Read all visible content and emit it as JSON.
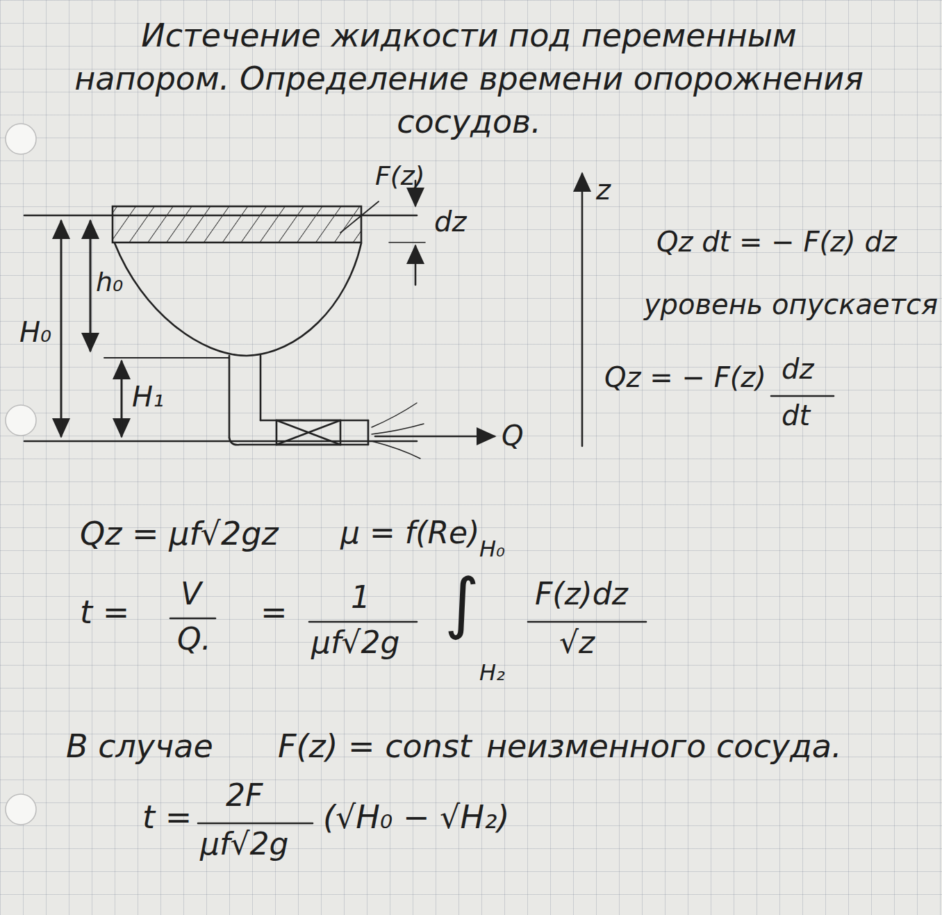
{
  "diagram": {
    "title": "Истечение жидкости под переменным напором. Определение времени опорожнения сосудов.",
    "labels": [
      "F(z)",
      "dz",
      "z",
      "h₀",
      "H₀",
      "H₁",
      "Q",
      "Qz dt = − F(z) dz",
      "уровень опускается",
      "Qz = − F(z)",
      "dz",
      "dt",
      "Qz = μf√2gz",
      "μ = f(Re)",
      "t =",
      "V",
      "Q.",
      "=",
      "1",
      "μf√2g",
      "∫",
      "H₀",
      "H₂",
      "F(z)dz",
      "√z",
      "В случае",
      "F(z) = const",
      "неизменного сосуда.",
      "t =",
      "2F",
      "μf√2g",
      "(√H₀ − √H₂)"
    ]
  }
}
